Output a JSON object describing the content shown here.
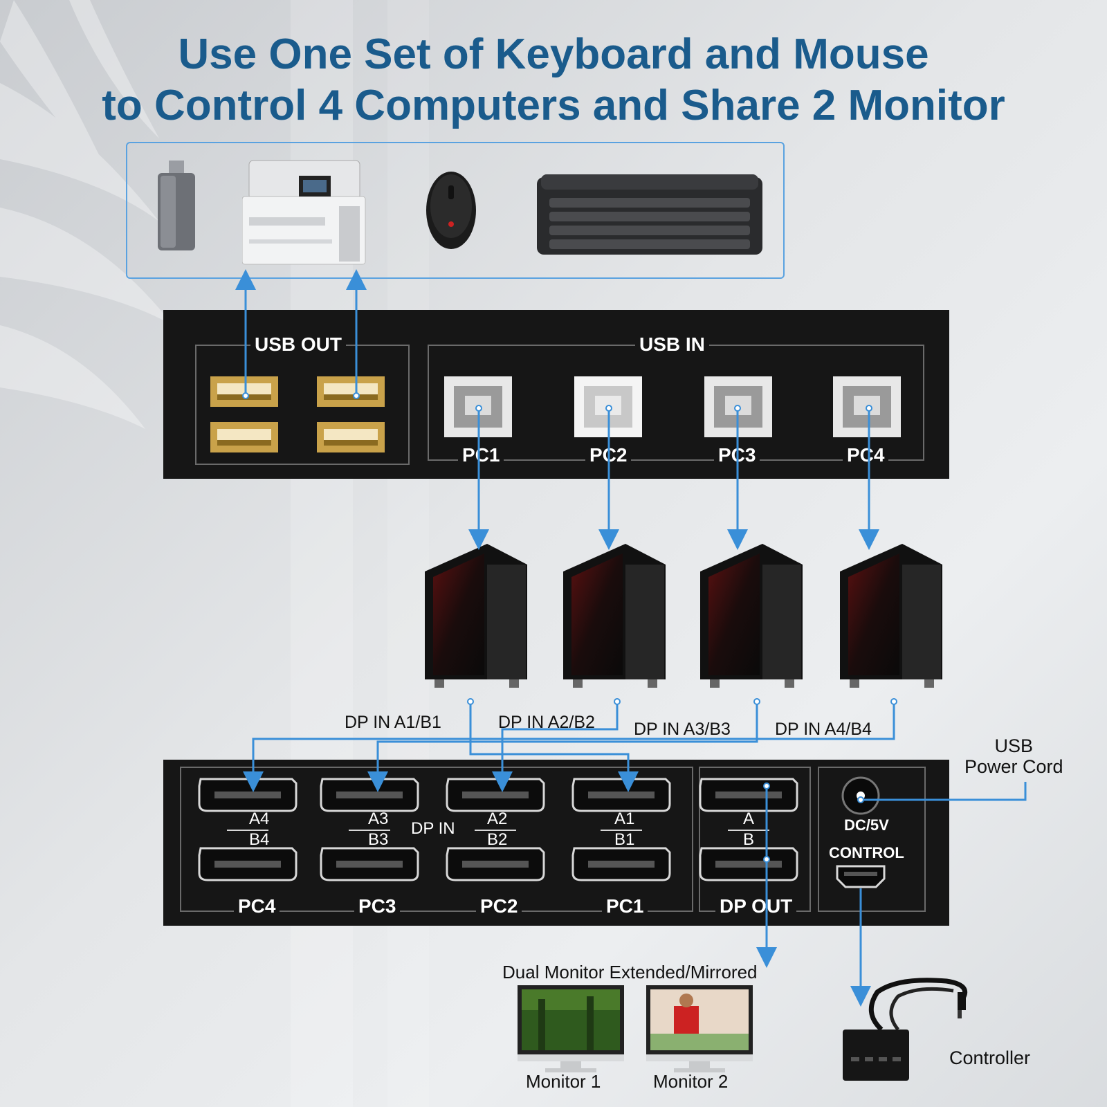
{
  "headline": {
    "line1": "Use One Set of Keyboard and Mouse",
    "line2": "to Control 4 Computers and Share 2 Monitor"
  },
  "peripherals": [
    "usb-drive",
    "printer",
    "mouse",
    "keyboard"
  ],
  "top_panel": {
    "usb_out_label": "USB OUT",
    "usb_in_label": "USB IN",
    "ports": [
      "PC1",
      "PC2",
      "PC3",
      "PC4"
    ]
  },
  "dp_connections": [
    "DP IN A1/B1",
    "DP IN A2/B2",
    "DP IN A3/B3",
    "DP IN A4/B4"
  ],
  "bottom_panel": {
    "dp_in_label": "DP IN",
    "columns": [
      {
        "top": "A4",
        "bottom": "B4",
        "pc": "PC4"
      },
      {
        "top": "A3",
        "bottom": "B3",
        "pc": "PC3"
      },
      {
        "top": "A2",
        "bottom": "B2",
        "pc": "PC2"
      },
      {
        "top": "A1",
        "bottom": "B1",
        "pc": "PC1"
      }
    ],
    "dp_out": {
      "top": "A",
      "bottom": "B",
      "label": "DP OUT"
    },
    "dc_label": "DC/5V",
    "control_label": "CONTROL"
  },
  "usb_power_cord": "USB\nPower Cord",
  "monitors": {
    "caption": "Dual Monitor Extended/Mirrored",
    "monitor1": "Monitor 1",
    "monitor2": "Monitor 2"
  },
  "controller_label": "Controller",
  "colors": {
    "title": "#1a5b8c",
    "arrow": "#3a8fd8",
    "panel": "#161616",
    "gold": "#c9a24a"
  }
}
